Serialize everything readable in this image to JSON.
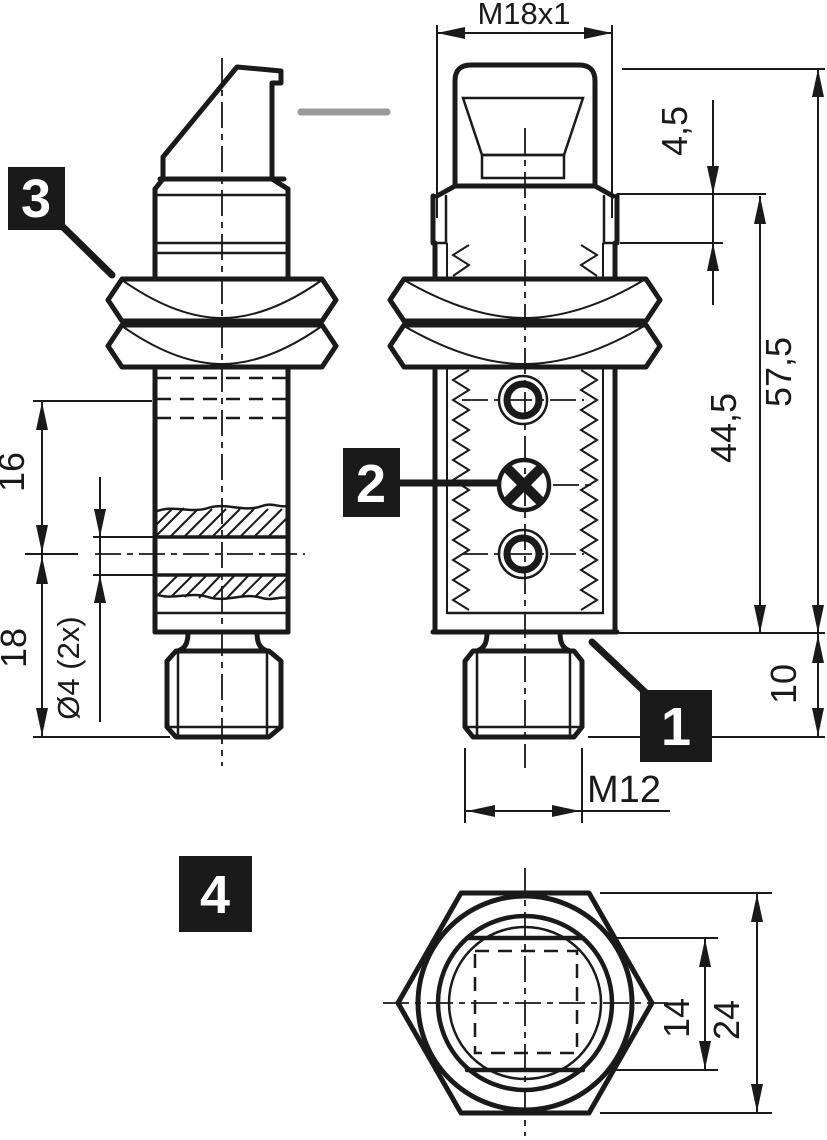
{
  "colors": {
    "line_color": "#1a1a1a",
    "beam_marker": "#999999",
    "callout_background": "#1a1a1a",
    "callout_number": "#ffffff",
    "background": "#ffffff"
  },
  "dimensions": {
    "head_thread": "M18x1",
    "unthreaded_neck": "4,5",
    "overall_length": "57,5",
    "threaded_length": "44,5",
    "connector_length": "10",
    "hole_center_from_top": "16",
    "hole_center_to_end": "18",
    "mounting_holes": "Ø4 (2x)",
    "connector_thread": "M12",
    "core_across_flats": "14",
    "nut_across_flats": "24"
  },
  "callouts": {
    "c1": "1",
    "c2": "2",
    "c3": "3",
    "c4": "4"
  }
}
